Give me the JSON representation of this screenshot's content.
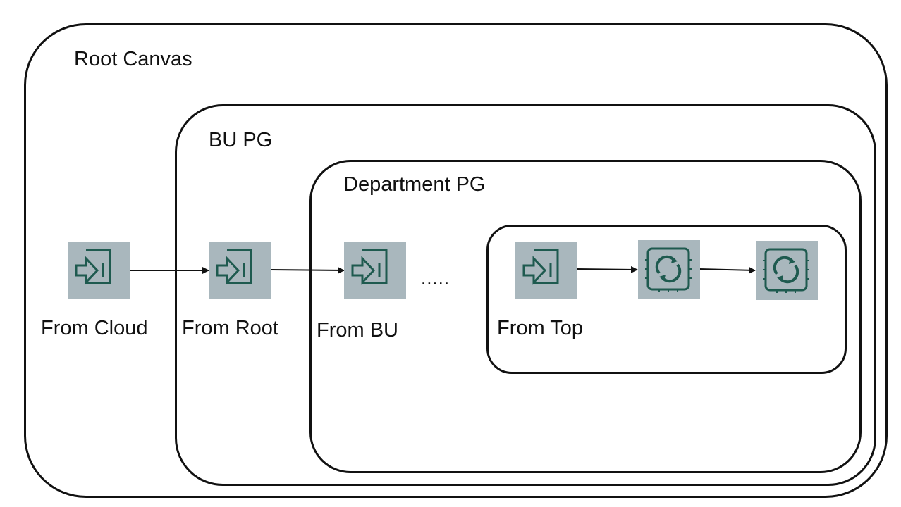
{
  "groups": {
    "root": {
      "title": "Root Canvas"
    },
    "bu": {
      "title": "BU PG"
    },
    "department": {
      "title": "Department PG"
    }
  },
  "nodes": {
    "from_cloud": {
      "label": "From Cloud",
      "icon": "input-port-icon"
    },
    "from_root": {
      "label": "From Root",
      "icon": "input-port-icon"
    },
    "from_bu": {
      "label": "From BU",
      "icon": "input-port-icon"
    },
    "from_top": {
      "label": "From Top",
      "icon": "input-port-icon"
    },
    "processor_1": {
      "icon": "processor-icon"
    },
    "processor_2": {
      "icon": "processor-icon"
    }
  },
  "ellipsis": ".....",
  "colors": {
    "icon_bg": "#a9b7bd",
    "icon_stroke": "#1e5a4f",
    "line": "#111111"
  }
}
